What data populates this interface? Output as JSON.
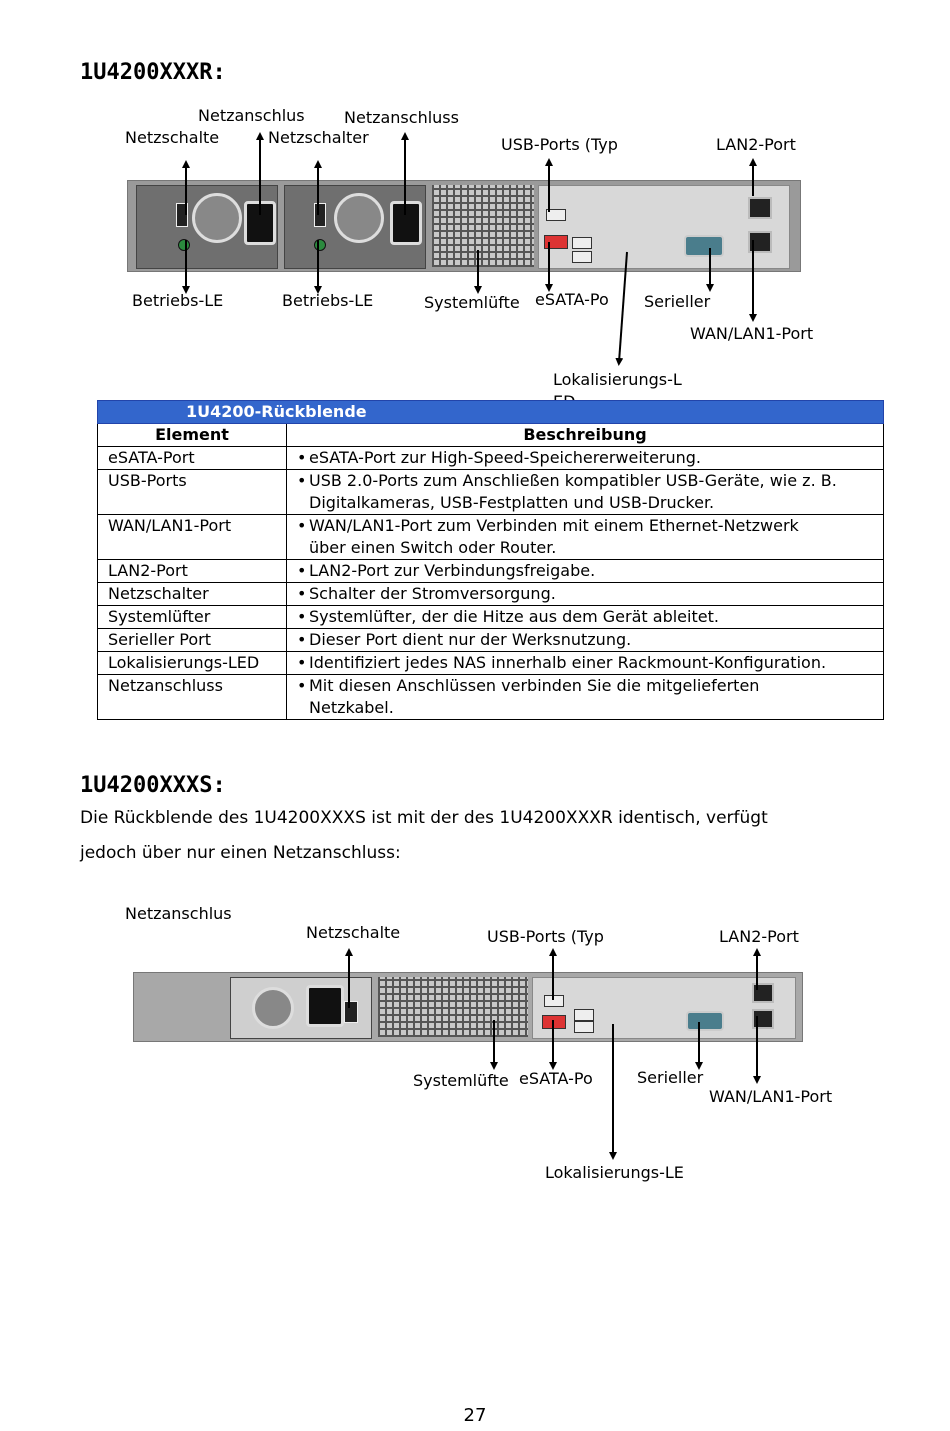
{
  "section1": {
    "heading": "1U4200XXXR:",
    "labels": {
      "netzanschlus_top": "Netzanschlus",
      "netzschalte_left": "Netzschalte",
      "netzschalter_mid": "Netzschalter",
      "netzanschluss_right": "Netzanschluss",
      "usb_ports": "USB-Ports (Typ",
      "lan2_port": "LAN2-Port",
      "betriebs_le_1": "Betriebs-LE",
      "betriebs_le_2": "Betriebs-LE",
      "systemluefte": "Systemlüfte",
      "esata_po": "eSATA-Po",
      "serieller": "Serieller",
      "wan_lan1_port": "WAN/LAN1-Port",
      "lokalisierungs_l": "Lokalisierungs-L",
      "lokalisierungs_ed": "ED"
    }
  },
  "table": {
    "caption": "1U4200-Rückblende",
    "col_element": "Element",
    "col_description": "Beschreibung",
    "bullet": "•",
    "rows": [
      {
        "element": "eSATA-Port",
        "lines": [
          "eSATA-Port zur High-Speed-Speichererweiterung."
        ]
      },
      {
        "element": "USB-Ports",
        "lines": [
          "USB 2.0-Ports zum Anschließen kompatibler USB-Geräte, wie z. B.",
          "Digitalkameras, USB-Festplatten und USB-Drucker."
        ]
      },
      {
        "element": "WAN/LAN1-Port",
        "lines": [
          "WAN/LAN1-Port zum Verbinden mit einem Ethernet-Netzwerk",
          "über einen Switch oder Router."
        ]
      },
      {
        "element": "LAN2-Port",
        "lines": [
          "LAN2-Port zur Verbindungsfreigabe."
        ]
      },
      {
        "element": "Netzschalter",
        "lines": [
          "Schalter der Stromversorgung."
        ]
      },
      {
        "element": "Systemlüfter",
        "lines": [
          "Systemlüfter, der die Hitze aus dem Gerät ableitet."
        ]
      },
      {
        "element": "Serieller Port",
        "lines": [
          "Dieser Port dient nur der Werksnutzung."
        ]
      },
      {
        "element": "Lokalisierungs-LED",
        "lines": [
          "Identifiziert jedes NAS innerhalb einer Rackmount-Konfiguration."
        ]
      },
      {
        "element": "Netzanschluss",
        "lines": [
          "Mit diesen Anschlüssen verbinden Sie die mitgelieferten",
          "Netzkabel."
        ]
      }
    ]
  },
  "section2": {
    "heading": "1U4200XXXS:",
    "para_line1": "Die Rückblende des 1U4200XXXS ist mit der des 1U4200XXXR identisch, verfügt",
    "para_line2": "jedoch über nur einen Netzanschluss:",
    "labels": {
      "netzanschlus": "Netzanschlus",
      "netzschalte": "Netzschalte",
      "usb_ports": "USB-Ports (Typ",
      "lan2_port": "LAN2-Port",
      "systemluefte": "Systemlüfte",
      "esata_po": "eSATA-Po",
      "serieller": "Serieller",
      "wan_lan1_port": "WAN/LAN1-Port",
      "lokalisierungs_le": "Lokalisierungs-LE"
    }
  },
  "page_number": "27"
}
